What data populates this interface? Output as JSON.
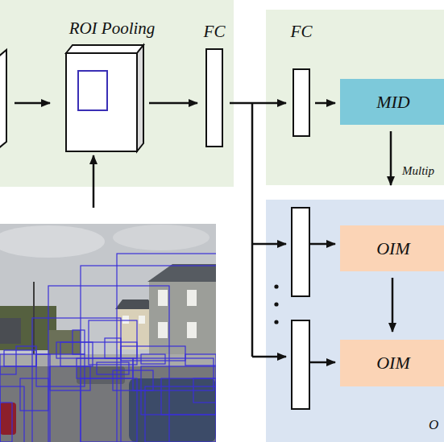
{
  "diagram": {
    "nodes": [
      {
        "text": [
          "ROI Pooling"
        ]
      },
      {
        "text": [
          "FC"
        ]
      },
      {
        "text": [
          "FC"
        ]
      },
      {
        "text": [
          "MID"
        ]
      },
      {
        "text": [
          "O"
        ]
      },
      {
        "text": [
          "OIM"
        ],
        "in": 4
      },
      {
        "text": [
          "OIM"
        ],
        "in": 4
      }
    ],
    "edges": [
      {
        "from": 0,
        "to": 1,
        "arrow": "to"
      },
      {
        "from": 1,
        "to": 2,
        "arrow": "to"
      },
      {
        "from": 2,
        "to": 3,
        "arrow": "to"
      },
      {
        "from": 3,
        "to": 4,
        "label": "Multip",
        "arrow": "to"
      },
      {
        "from": 5,
        "to": 6,
        "arrow": "to"
      }
    ]
  }
}
